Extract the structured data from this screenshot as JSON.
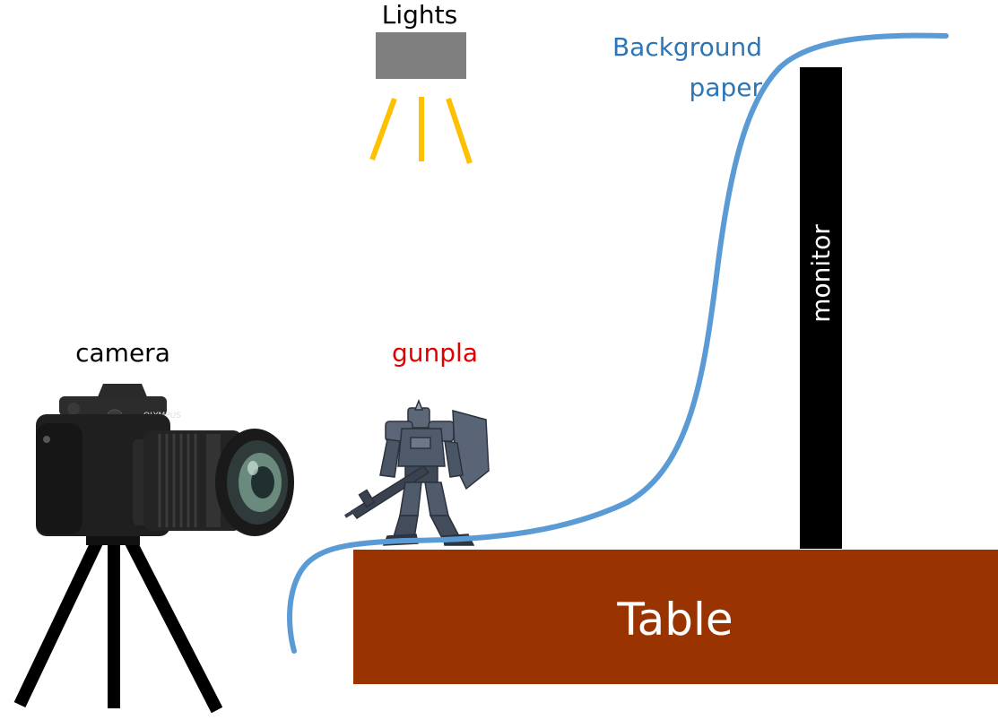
{
  "labels": {
    "lights": "Lights",
    "background_line1": "Background",
    "background_line2": "paper",
    "camera": "camera",
    "gunpla": "gunpla",
    "monitor": "monitor",
    "table": "Table"
  },
  "camera_branding": "OLYMPUS",
  "colors": {
    "background_paper": "#5b9bd5",
    "background_label": "#2e75b6",
    "gunpla_label": "#e00000",
    "table": "#993300",
    "lamp": "#7f7f7f",
    "light_rays": "#ffc000",
    "monitor": "#000000",
    "tripod": "#000000"
  },
  "icons": {
    "camera": "dslr-camera-icon",
    "gunpla": "robot-figure-icon",
    "lamp": "lamp-icon"
  }
}
